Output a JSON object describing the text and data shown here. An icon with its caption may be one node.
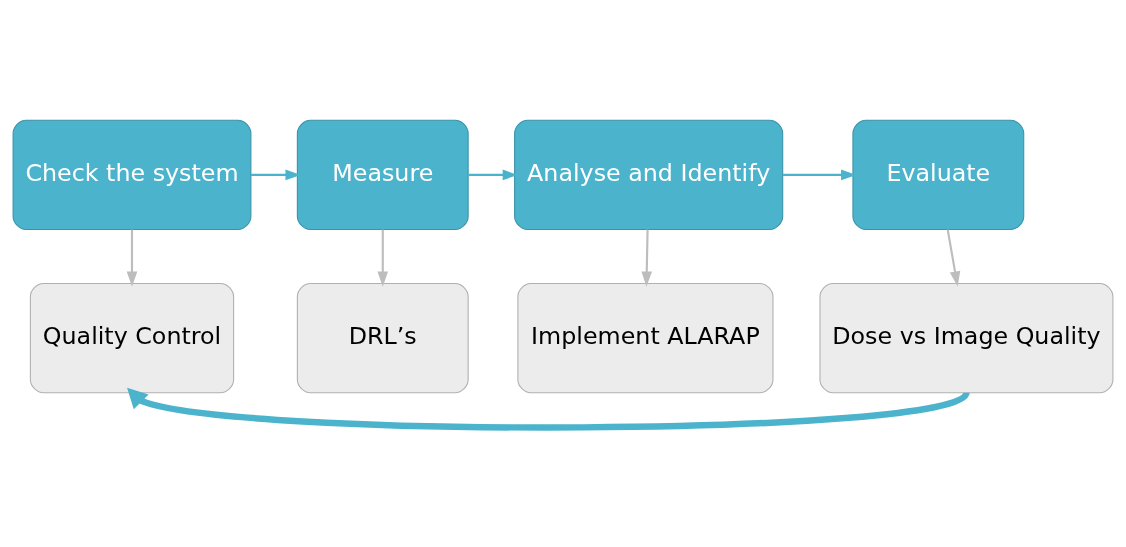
{
  "diagram": {
    "nodes": [
      {
        "text": [
          "Check the system"
        ]
      },
      {
        "text": [
          "Measure"
        ]
      },
      {
        "text": [
          "Analyse and Identify"
        ]
      },
      {
        "text": [
          "Evaluate"
        ]
      },
      {
        "text": [
          "Quality Control"
        ]
      },
      {
        "text": [
          "DRL’s"
        ]
      },
      {
        "text": [
          "Implement ALARAP"
        ]
      },
      {
        "text": [
          "Dose vs Image Quality"
        ]
      }
    ],
    "edges": [
      {
        "from": 0,
        "to": 1,
        "arrow": "to"
      },
      {
        "from": 1,
        "to": 2,
        "arrow": "to"
      },
      {
        "from": 2,
        "to": 3,
        "arrow": "to"
      },
      {
        "from": 0,
        "to": 4,
        "arrow": "to",
        "color": "#bdbdbd"
      },
      {
        "from": 1,
        "to": 5,
        "arrow": "to",
        "color": "#bdbdbd"
      },
      {
        "from": 2,
        "to": 6,
        "arrow": "to",
        "color": "#bdbdbd"
      },
      {
        "from": 3,
        "to": 7,
        "arrow": "to",
        "color": "#bdbdbd"
      },
      {
        "from": 7,
        "to": 4,
        "arrow": "to",
        "style": "thick"
      }
    ]
  }
}
